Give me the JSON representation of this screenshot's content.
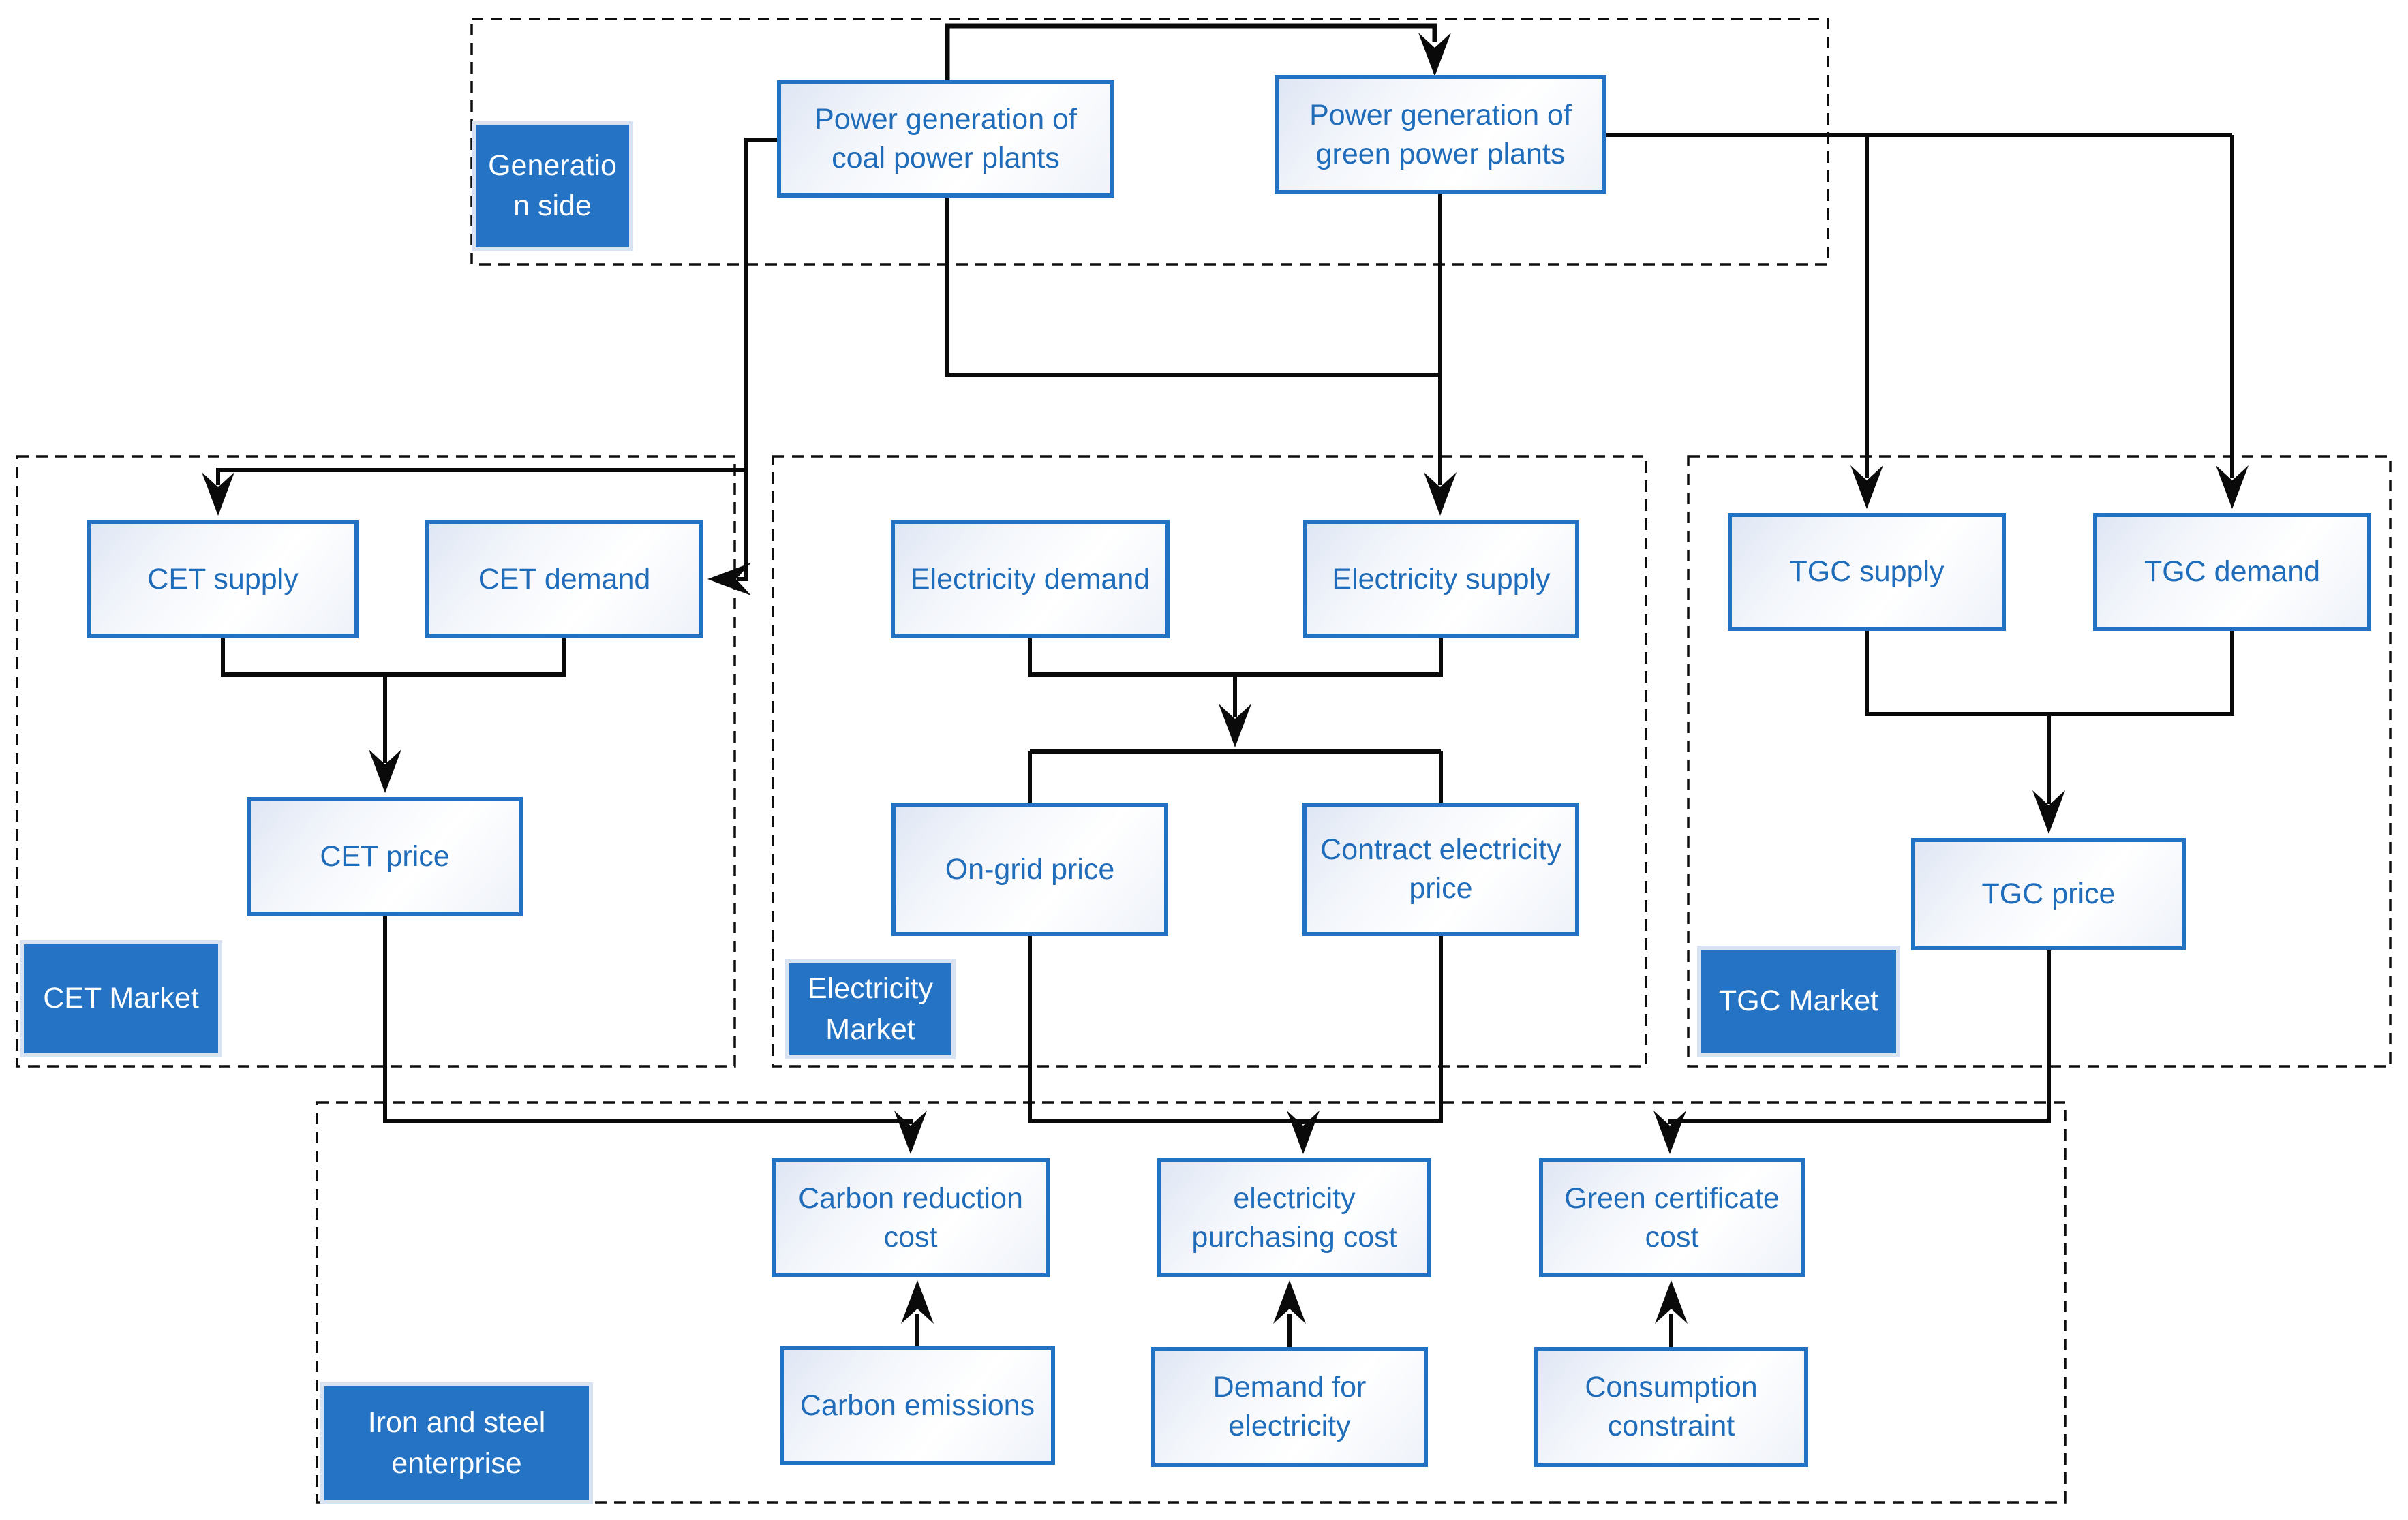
{
  "colors": {
    "accent_blue": "#2272c4",
    "node_text_blue": "#1f6cba",
    "region_label_bg": "#2473c4",
    "line_black": "#0a0a0a"
  },
  "regions": {
    "generation": {
      "label": "Generatio\nn side"
    },
    "cet": {
      "label": "CET Market"
    },
    "electricity": {
      "label": "Electricity\nMarket"
    },
    "tgc": {
      "label": "TGC Market"
    },
    "iron": {
      "label": "Iron and steel\nenterprise"
    }
  },
  "nodes": {
    "coal_plants": {
      "label": "Power generation of\ncoal power plants"
    },
    "green_plants": {
      "label": "Power generation of\ngreen power plants"
    },
    "cet_supply": {
      "label": "CET supply"
    },
    "cet_demand": {
      "label": "CET demand"
    },
    "cet_price": {
      "label": "CET price"
    },
    "electricity_demand": {
      "label": "Electricity demand"
    },
    "electricity_supply": {
      "label": "Electricity supply"
    },
    "ongrid_price": {
      "label": "On-grid price"
    },
    "contract_price": {
      "label": "Contract electricity\nprice"
    },
    "tgc_supply": {
      "label": "TGC supply"
    },
    "tgc_demand": {
      "label": "TGC demand"
    },
    "tgc_price": {
      "label": "TGC price"
    },
    "carbon_reduction_cost": {
      "label": "Carbon reduction\ncost"
    },
    "electricity_purchasing_cost": {
      "label": "electricity\npurchasing cost"
    },
    "green_certificate_cost": {
      "label": "Green certificate\ncost"
    },
    "carbon_emissions": {
      "label": "Carbon emissions"
    },
    "demand_for_electricity": {
      "label": "Demand for\nelectricity"
    },
    "consumption_constraint": {
      "label": "Consumption\nconstraint"
    }
  }
}
